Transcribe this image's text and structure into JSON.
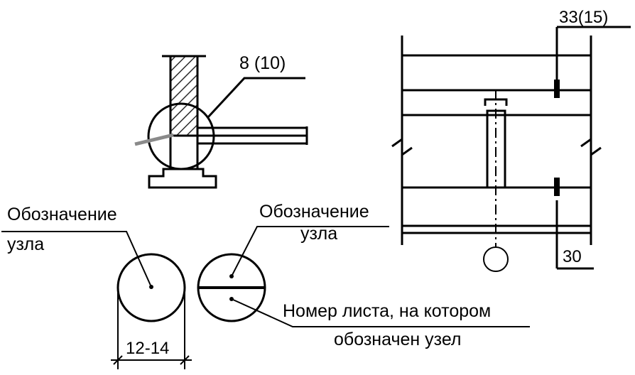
{
  "colors": {
    "line": "#000000",
    "hatch": "#2b2b2b",
    "grey_stroke": "#8a8a8a",
    "background": "#ffffff"
  },
  "labels": {
    "callout_size": "8 (10)",
    "top_right_size": "33(15)",
    "bottom_right_size": "30",
    "node_label_left_1": "Обозначение",
    "node_label_left_2": "узла",
    "node_label_right_1": "Обозначение",
    "node_label_right_2": "узла",
    "sheet_note_1": "Номер листа, на котором",
    "sheet_note_2": "обозначен узел",
    "circle_diameter": "12-14"
  }
}
